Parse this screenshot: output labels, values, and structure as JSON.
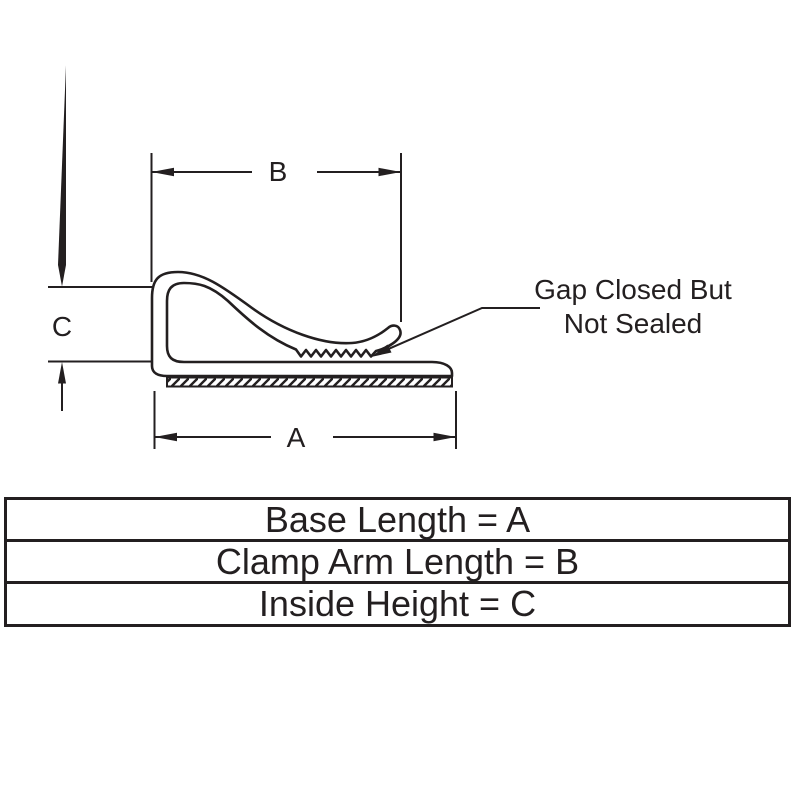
{
  "page": {
    "background_color": "#ffffff",
    "line_color": "#231f20"
  },
  "diagram": {
    "dimension_labels": {
      "clamp_arm_length": "B",
      "inside_height": "C",
      "base_length": "A"
    },
    "annotation": {
      "line1": "Gap Closed But",
      "line2": "Not Sealed"
    }
  },
  "table": {
    "rows": [
      {
        "label": "Base Length = A"
      },
      {
        "label": "Clamp Arm Length = B"
      },
      {
        "label": "Inside Height = C"
      }
    ]
  }
}
